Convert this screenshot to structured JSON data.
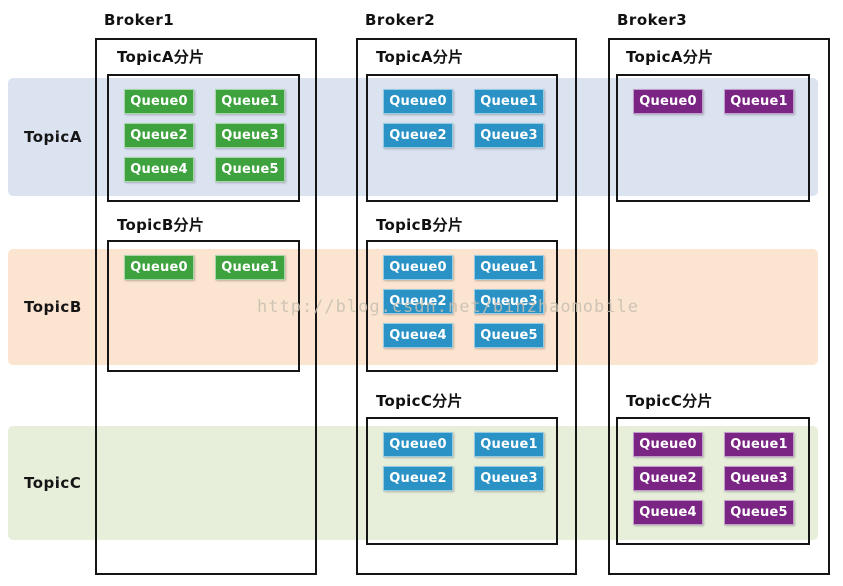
{
  "diagram": {
    "watermark": "http://blog.csdn.net/binzhaomobile",
    "topics": [
      {
        "id": "a",
        "label": "TopicA",
        "band_color": "#dbe3f1"
      },
      {
        "id": "b",
        "label": "TopicB",
        "band_color": "#fce5d0"
      },
      {
        "id": "c",
        "label": "TopicC",
        "band_color": "#e7efdb"
      }
    ],
    "queue_colors": {
      "green": "#3EA23E",
      "blue": "#2B92C5",
      "purple": "#7A2483"
    },
    "queue_border_colors": {
      "green": "#A6D7A6",
      "blue": "#96CBE4",
      "purple": "#C49BCD"
    },
    "brokers": [
      {
        "label": "Broker1",
        "queue_color": "green",
        "shards": [
          {
            "slot": "a",
            "title": "TopicA分片",
            "queues": [
              "Queue0",
              "Queue1",
              "Queue2",
              "Queue3",
              "Queue4",
              "Queue5"
            ]
          },
          {
            "slot": "b",
            "title": "TopicB分片",
            "queues": [
              "Queue0",
              "Queue1"
            ]
          }
        ]
      },
      {
        "label": "Broker2",
        "queue_color": "blue",
        "shards": [
          {
            "slot": "a",
            "title": "TopicA分片",
            "queues": [
              "Queue0",
              "Queue1",
              "Queue2",
              "Queue3"
            ]
          },
          {
            "slot": "b",
            "title": "TopicB分片",
            "queues": [
              "Queue0",
              "Queue1",
              "Queue2",
              "Queue3",
              "Queue4",
              "Queue5"
            ]
          },
          {
            "slot": "c",
            "title": "TopicC分片",
            "queues": [
              "Queue0",
              "Queue1",
              "Queue2",
              "Queue3"
            ]
          }
        ]
      },
      {
        "label": "Broker3",
        "queue_color": "purple",
        "shards": [
          {
            "slot": "a",
            "title": "TopicA分片",
            "queues": [
              "Queue0",
              "Queue1"
            ]
          },
          {
            "slot": "c",
            "title": "TopicC分片",
            "queues": [
              "Queue0",
              "Queue1",
              "Queue2",
              "Queue3",
              "Queue4",
              "Queue5"
            ]
          }
        ]
      }
    ]
  }
}
